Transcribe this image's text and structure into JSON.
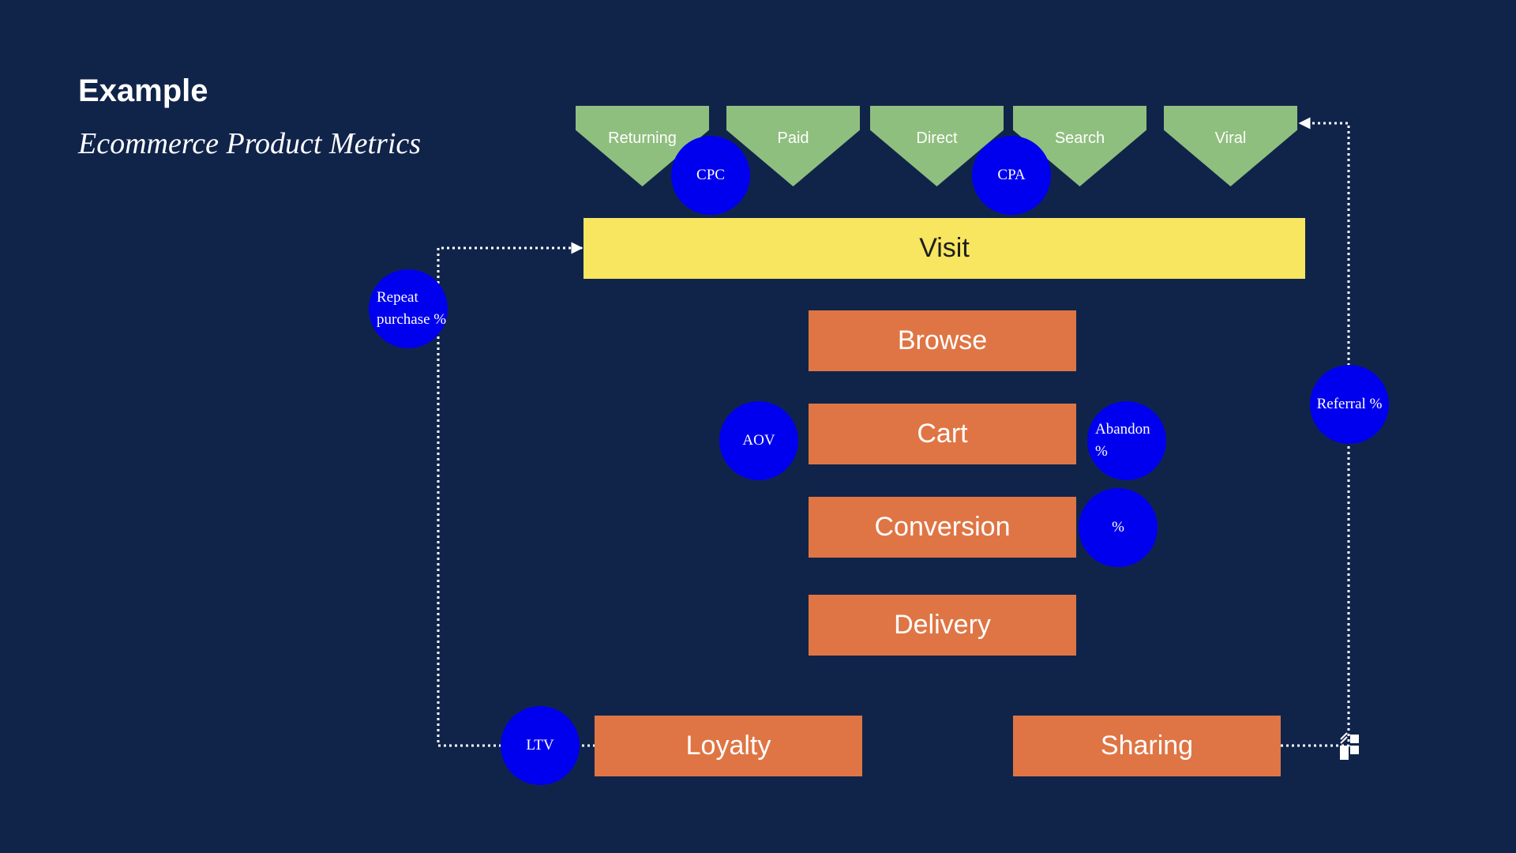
{
  "header": {
    "title": "Example",
    "subtitle": "Ecommerce Product Metrics"
  },
  "sources": [
    {
      "label": "Returning"
    },
    {
      "label": "Paid"
    },
    {
      "label": "Direct"
    },
    {
      "label": "Search"
    },
    {
      "label": "Viral"
    }
  ],
  "funnel": {
    "visit": "Visit",
    "browse": "Browse",
    "cart": "Cart",
    "conversion": "Conversion",
    "delivery": "Delivery",
    "loyalty": "Loyalty",
    "sharing": "Sharing"
  },
  "metrics": {
    "cpc": "CPC",
    "cpa": "CPA",
    "repeat_purchase_line1": "Repeat",
    "repeat_purchase_line2": "purchase %",
    "aov": "AOV",
    "abandon_line1": "Abandon",
    "abandon_line2": "%",
    "conversion_rate": "%",
    "referral": "Referral %",
    "ltv": "LTV"
  },
  "colors": {
    "background": "#10244a",
    "source_green": "#8fbf7e",
    "visit_yellow": "#f8e560",
    "stage_orange": "#df7544",
    "metric_blue": "#0000ee",
    "connector": "#ffffff"
  }
}
